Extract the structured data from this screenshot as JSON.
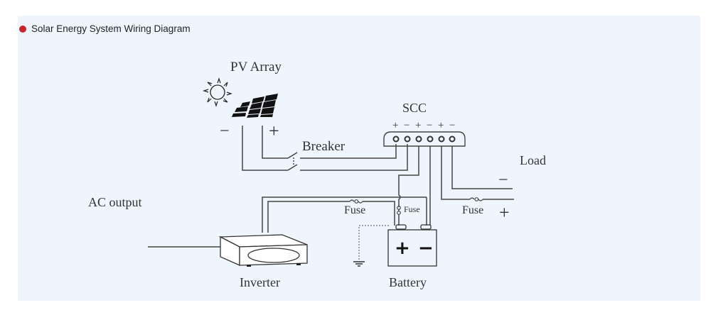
{
  "header": {
    "title": "Solar Energy System Wiring Diagram",
    "bullet_color": "#c1272d"
  },
  "panel": {
    "background": "#eef5fc"
  },
  "labels": {
    "pv_array": "PV Array",
    "breaker": "Breaker",
    "scc": "SCC",
    "load": "Load",
    "ac_output": "AC output",
    "fuse_left": "Fuse",
    "fuse_mid": "Fuse",
    "fuse_right": "Fuse",
    "inverter": "Inverter",
    "battery": "Battery"
  },
  "polarity": {
    "pv_minus": "−",
    "pv_plus": "+",
    "load_minus": "−",
    "load_plus": "+",
    "battery_plus": "+",
    "battery_minus": "−",
    "scc_terminals": [
      "+",
      "−",
      "+",
      "−",
      "+",
      "−"
    ]
  },
  "icons": {
    "sun": "sun-icon",
    "solar_panel": "solar-panel-icon",
    "inverter": "inverter-icon",
    "battery": "battery-icon",
    "ground": "ground-icon",
    "fuse": "fuse-icon",
    "breaker_switch": "breaker-switch-icon"
  }
}
